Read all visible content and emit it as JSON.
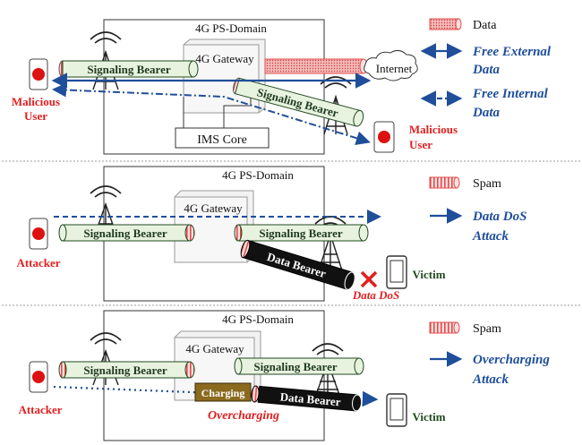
{
  "panel1": {
    "domain_title": "4G PS-Domain",
    "gateway": "4G Gateway",
    "internet": "Internet",
    "ims": "IMS Core",
    "bearer_left": "Signaling Bearer",
    "bearer_right": "Signaling Bearer",
    "user_left": [
      "Malicious",
      "User"
    ],
    "user_right": [
      "Malicious",
      "User"
    ],
    "legend": {
      "data": "Data",
      "external": [
        "Free External",
        "Data"
      ],
      "internal": [
        "Free Internal",
        "Data"
      ]
    }
  },
  "panel2": {
    "domain_title": "4G PS-Domain",
    "gateway": "4G Gateway",
    "bearer_left": "Signaling Bearer",
    "bearer_right": "Signaling Bearer",
    "data_bearer": "Data Bearer",
    "attacker": "Attacker",
    "victim": "Victim",
    "dos": "Data DoS",
    "legend": {
      "spam": "Spam",
      "attack": [
        "Data DoS",
        "Attack"
      ]
    }
  },
  "panel3": {
    "domain_title": "4G PS-Domain",
    "gateway": "4G Gateway",
    "bearer_left": "Signaling Bearer",
    "bearer_right": "Signaling Bearer",
    "data_bearer": "Data Bearer",
    "charging": "Charging",
    "overcharging": "Overcharging",
    "attacker": "Attacker",
    "victim": "Victim",
    "legend": {
      "spam": "Spam",
      "attack": [
        "Overcharging",
        "Attack"
      ]
    }
  },
  "colors": {
    "accent_blue": "#1f4e9a",
    "alert_red": "#e02020",
    "bearer_green": "#e8f3df",
    "text_green": "#1f4a1f",
    "data_red": "#f2b3b3"
  }
}
